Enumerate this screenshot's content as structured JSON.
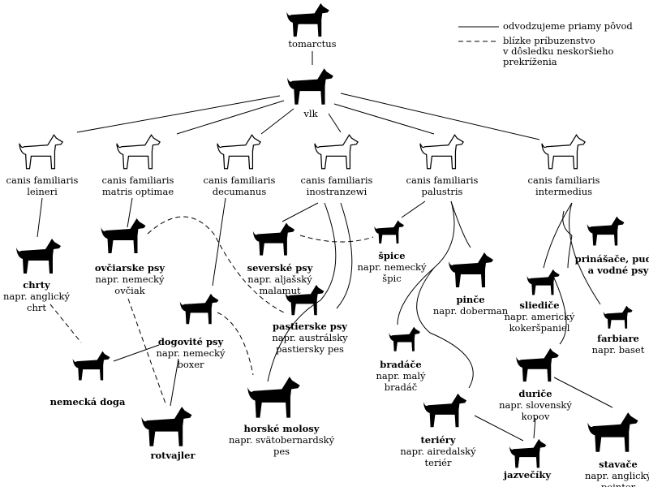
{
  "legend": {
    "solid_label": "odvodzujeme priamy pôvod",
    "dashed_label_1": "blízke príbuzenstvo",
    "dashed_label_2": "v dôsledku neskoršieho",
    "dashed_label_3": "prekríženia"
  },
  "ancestors": {
    "tomarctus": "tomarctus",
    "wolf": "vlk"
  },
  "canis": [
    {
      "l1": "canis familiaris",
      "l2": "leineri"
    },
    {
      "l1": "canis familiaris",
      "l2": "matris optimae"
    },
    {
      "l1": "canis familiaris",
      "l2": "decumanus"
    },
    {
      "l1": "canis familiaris",
      "l2": "inostranzewi"
    },
    {
      "l1": "canis familiaris",
      "l2": "palustris"
    },
    {
      "l1": "canis familiaris",
      "l2": "intermedius"
    }
  ],
  "breeds": {
    "chrty": {
      "name": "chrty",
      "l1": "napr. anglický",
      "l2": "chrt"
    },
    "ovciarske": {
      "name": "ovčiarske psy",
      "l1": "napr. nemecký",
      "l2": "ovčiak"
    },
    "severske": {
      "name": "severské psy",
      "l1": "napr. aljašský",
      "l2": "malamut"
    },
    "spice": {
      "name": "špice",
      "l1": "napr. nemecký",
      "l2": "špic"
    },
    "pince": {
      "name": "pinče",
      "l1": "napr. doberman"
    },
    "prinasace": {
      "name": "prinášače, pudle",
      "name2": "a vodné psy"
    },
    "sliedice": {
      "name": "sliediče",
      "l1": "napr. americký",
      "l2": "kokeršpaniel"
    },
    "farbiare": {
      "name": "farbiare",
      "l1": "napr. baset"
    },
    "pastierske": {
      "name": "pastierske psy",
      "l1": "napr. austrálsky",
      "l2": "pastiersky pes"
    },
    "dogovite": {
      "name": "dogovité psy",
      "l1": "napr. nemecký",
      "l2": "boxer"
    },
    "bradace": {
      "name": "bradáče",
      "l1": "napr. malý",
      "l2": "bradáč"
    },
    "doga": {
      "name": "nemecká doga"
    },
    "durice": {
      "name": "duriče",
      "l1": "napr. slovenský",
      "l2": "kopov"
    },
    "molosy": {
      "name": "horské molosy",
      "l1": "napr. svätobernardský",
      "l2": "pes"
    },
    "teriery": {
      "name": "teriéry",
      "l1": "napr. airedalský",
      "l2": "teriér"
    },
    "rotvajler": {
      "name": "rotvajler"
    },
    "stavace": {
      "name": "stavače",
      "l1": "napr. anglický",
      "l2": "pointer"
    },
    "jazveciky": {
      "name": "jazvečíky"
    }
  }
}
